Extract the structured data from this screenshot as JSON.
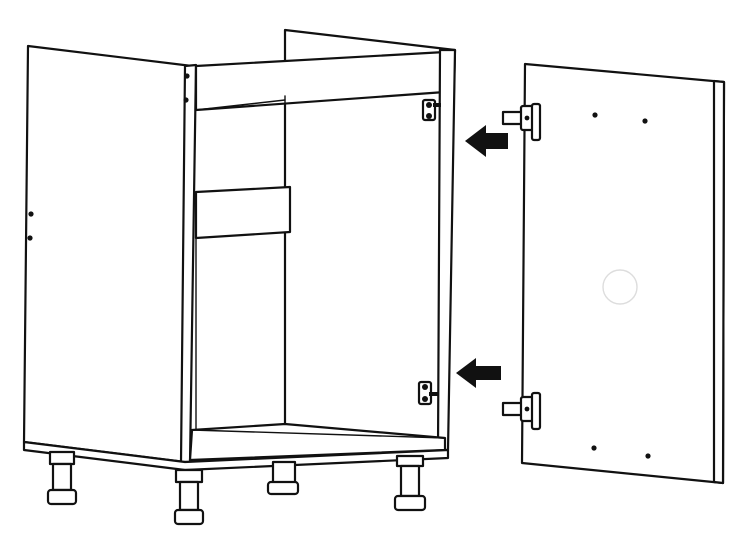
{
  "diagram": {
    "subject": "base-cabinet-door-mounting",
    "line_color": "#111111",
    "background": "#ffffff",
    "parts": [
      "cabinet-carcass",
      "door-panel",
      "hinge",
      "adjustable-leg",
      "arrow"
    ],
    "counts": {
      "hinges": 2,
      "arrows": 2,
      "legs": 4
    }
  }
}
